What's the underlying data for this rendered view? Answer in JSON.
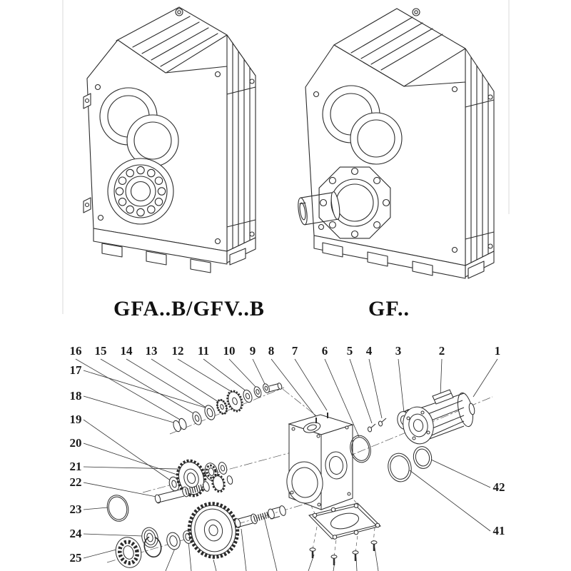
{
  "captions": {
    "left": "GFA..B/GFV..B",
    "right": "GF.."
  },
  "exploded": {
    "callouts_top": [
      "16",
      "15",
      "14",
      "13",
      "12",
      "11",
      "10",
      "9",
      "8",
      "7",
      "6",
      "5",
      "4",
      "3",
      "2",
      "1"
    ],
    "callouts_left": [
      "17",
      "18",
      "19",
      "20",
      "21",
      "22",
      "23",
      "24",
      "25"
    ],
    "callouts_right": [
      "42",
      "41"
    ]
  },
  "colors": {
    "line": "#2b2b2b",
    "leader": "#333333",
    "background": "#ffffff"
  }
}
